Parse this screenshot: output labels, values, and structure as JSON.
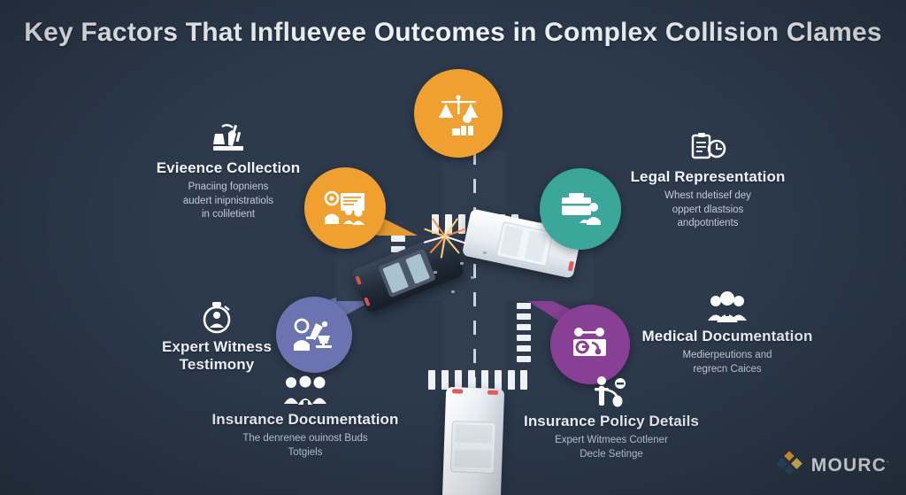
{
  "meta": {
    "background_color": "#2c3a4c",
    "title_color": "#f4f7fa"
  },
  "header": {
    "title": "Key Factors That Influevee Outcomes in Complex Collision Clames"
  },
  "nodes": [
    {
      "id": "justice",
      "icon": "scales-of-justice-icon",
      "color": "#f0a02e"
    },
    {
      "id": "evidence",
      "icon": "presentation-people-icon",
      "color": "#f0a02e"
    },
    {
      "id": "legal",
      "icon": "briefcase-people-icon",
      "color": "#3aa79a"
    },
    {
      "id": "expert",
      "icon": "person-microscope-icon",
      "color": "#6b74b0"
    },
    {
      "id": "medical",
      "icon": "medical-kit-icon",
      "color": "#8a3f96"
    }
  ],
  "labels": [
    {
      "id": "evidence-collection",
      "icon": "evidence-marker-icon",
      "title": "Evieence Collection",
      "subtitle": "Pnaciing fopniens\naudert inipnistratiols\nin coliletient"
    },
    {
      "id": "legal-representation",
      "icon": "clipboard-clock-icon",
      "title": "Legal Representation",
      "subtitle": "Whest ndetisef dey\noppert dlastsios\nandpotntients"
    },
    {
      "id": "expert-witness-testimony",
      "icon": "stopwatch-person-icon",
      "title": "Expert Witness\nTestimony",
      "subtitle": ""
    },
    {
      "id": "medical-documentation",
      "icon": "people-group-icon",
      "title": "Medical Documentation",
      "subtitle": "Medierpeutions and\nregrecn Caices"
    },
    {
      "id": "insurance-documentation",
      "icon": "three-people-icon",
      "title": "Insurance Documentation",
      "subtitle": "The denrenee ouinost Buds\nTotgiels"
    },
    {
      "id": "insurance-policy-details",
      "icon": "person-shield-icon",
      "title": "Insurance Policy Details",
      "subtitle": "Expert Witmees Cotlener\nDecle Setinge"
    }
  ],
  "scene": {
    "description": "top-down intersection collision",
    "road_color": "#303e50",
    "crosswalk_color": "#eef2f6",
    "cars": [
      {
        "id": "dark-car",
        "color": "#232c39"
      },
      {
        "id": "white-car-right",
        "color": "#ffffff"
      },
      {
        "id": "white-car-bottom",
        "color": "#ffffff"
      }
    ]
  },
  "watermark": {
    "brand": "MOURC",
    "trademark": "·",
    "logo_colors": [
      "#f0a02e",
      "#2f4a63",
      "#e8c15a"
    ]
  }
}
